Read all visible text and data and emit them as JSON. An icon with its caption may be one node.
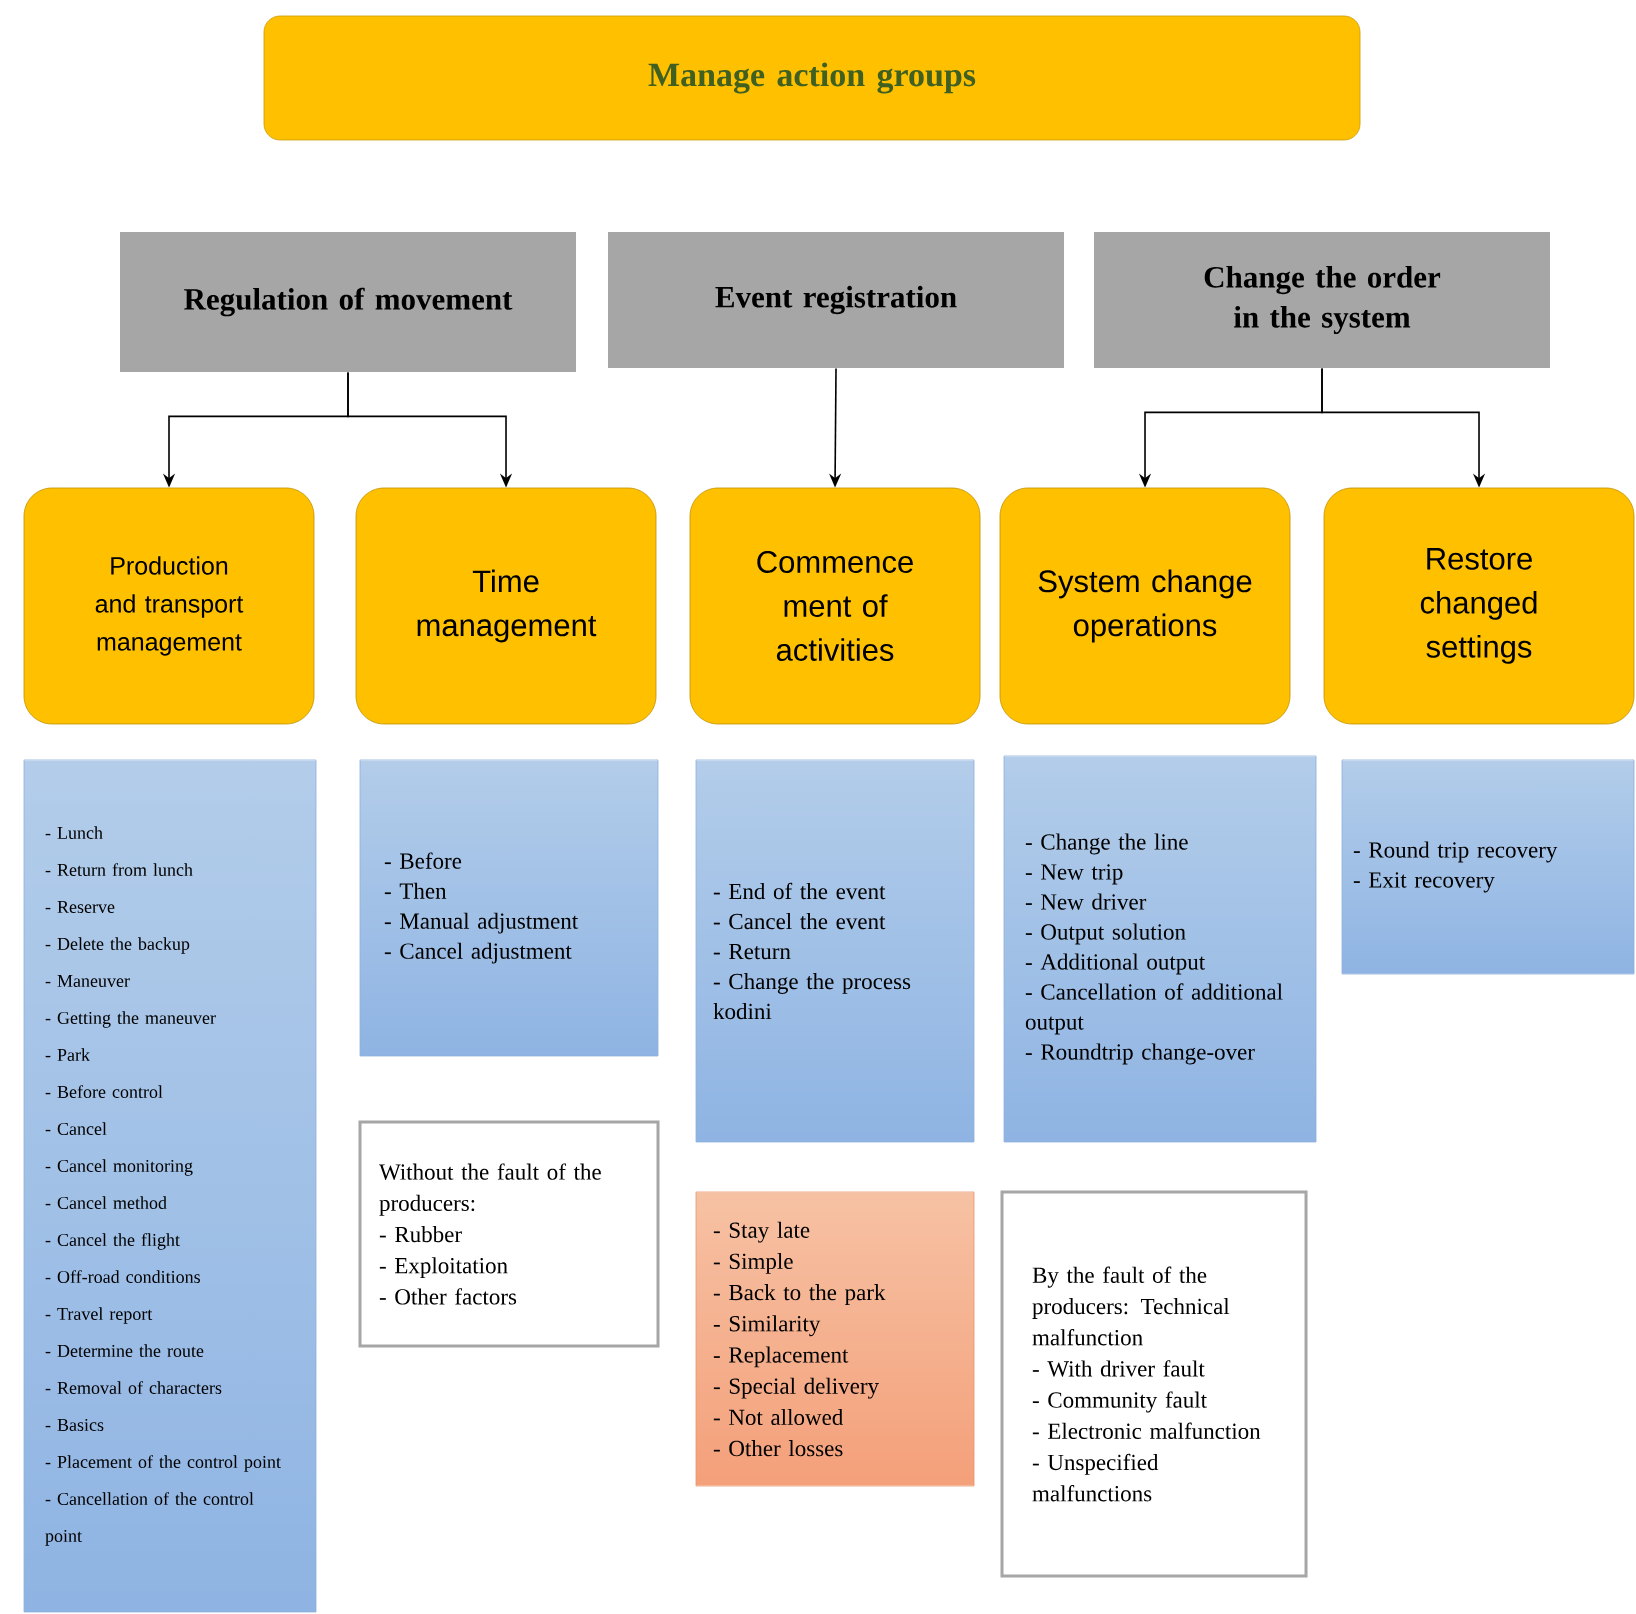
{
  "diagram": {
    "nodes": [
      {
        "text": [
          "Manage action groups"
        ]
      },
      {
        "text": [
          "Regulation of movement"
        ]
      },
      {
        "text": [
          "Event registration"
        ]
      },
      {
        "text": [
          "Change the order in the system"
        ]
      },
      {
        "text": [
          "Production and transport management"
        ]
      },
      {
        "text": [
          "Time management"
        ]
      },
      {
        "text": [
          "Commence ment of activities"
        ]
      },
      {
        "text": [
          "System change operations"
        ]
      },
      {
        "text": [
          "Restore changed settings"
        ]
      },
      {
        "text": [
          "- Lunch",
          "- Return from lunch",
          "- Reserve",
          "- Delete the backup",
          "- Maneuver",
          "- Getting the maneuver",
          "- Park",
          "- Before control",
          "- Cancel",
          "- Cancel monitoring",
          "- Cancel method",
          "- Cancel the flight",
          "- Off-road conditions",
          "- Travel report",
          "- Determine the route",
          "- Removal of characters",
          "- Basics",
          "- Placement of the control point",
          "- Cancellation of the control point"
        ]
      },
      {
        "text": [
          "- Before",
          "- Then",
          "- Manual adjustment",
          "- Cancel adjustment"
        ]
      },
      {
        "text": [
          "Without the fault of the producers:",
          "- Rubber",
          "- Exploitation",
          "- Other factors"
        ]
      },
      {
        "text": [
          "- End of the event",
          "- Cancel the event",
          "- Return",
          "- Change the process kodini"
        ]
      },
      {
        "text": [
          "- Stay late",
          "- Simple",
          "- Back to the park",
          "- Similarity",
          "- Replacement",
          "- Special delivery",
          "- Not allowed",
          "- Other losses"
        ]
      },
      {
        "text": [
          "- Change the line",
          "- New trip",
          "- New driver",
          "- Output solution",
          "- Additional output",
          "- Cancellation of additional output",
          "- Roundtrip change-over"
        ]
      },
      {
        "text": [
          "By the fault of the producers: Technical malfunction",
          "- With driver fault",
          "- Community fault",
          "- Electronic malfunction",
          "- Unspecified malfunctions"
        ]
      },
      {
        "text": [
          "- Round trip recovery",
          "- Exit recovery"
        ]
      }
    ],
    "edges": [
      {
        "from": 1,
        "to": 4,
        "arrow": "to"
      },
      {
        "from": 1,
        "to": 5,
        "arrow": "to"
      },
      {
        "from": 2,
        "to": 6,
        "arrow": "to"
      },
      {
        "from": 3,
        "to": 7,
        "arrow": "to"
      },
      {
        "from": 3,
        "to": 8,
        "arrow": "to"
      }
    ]
  }
}
